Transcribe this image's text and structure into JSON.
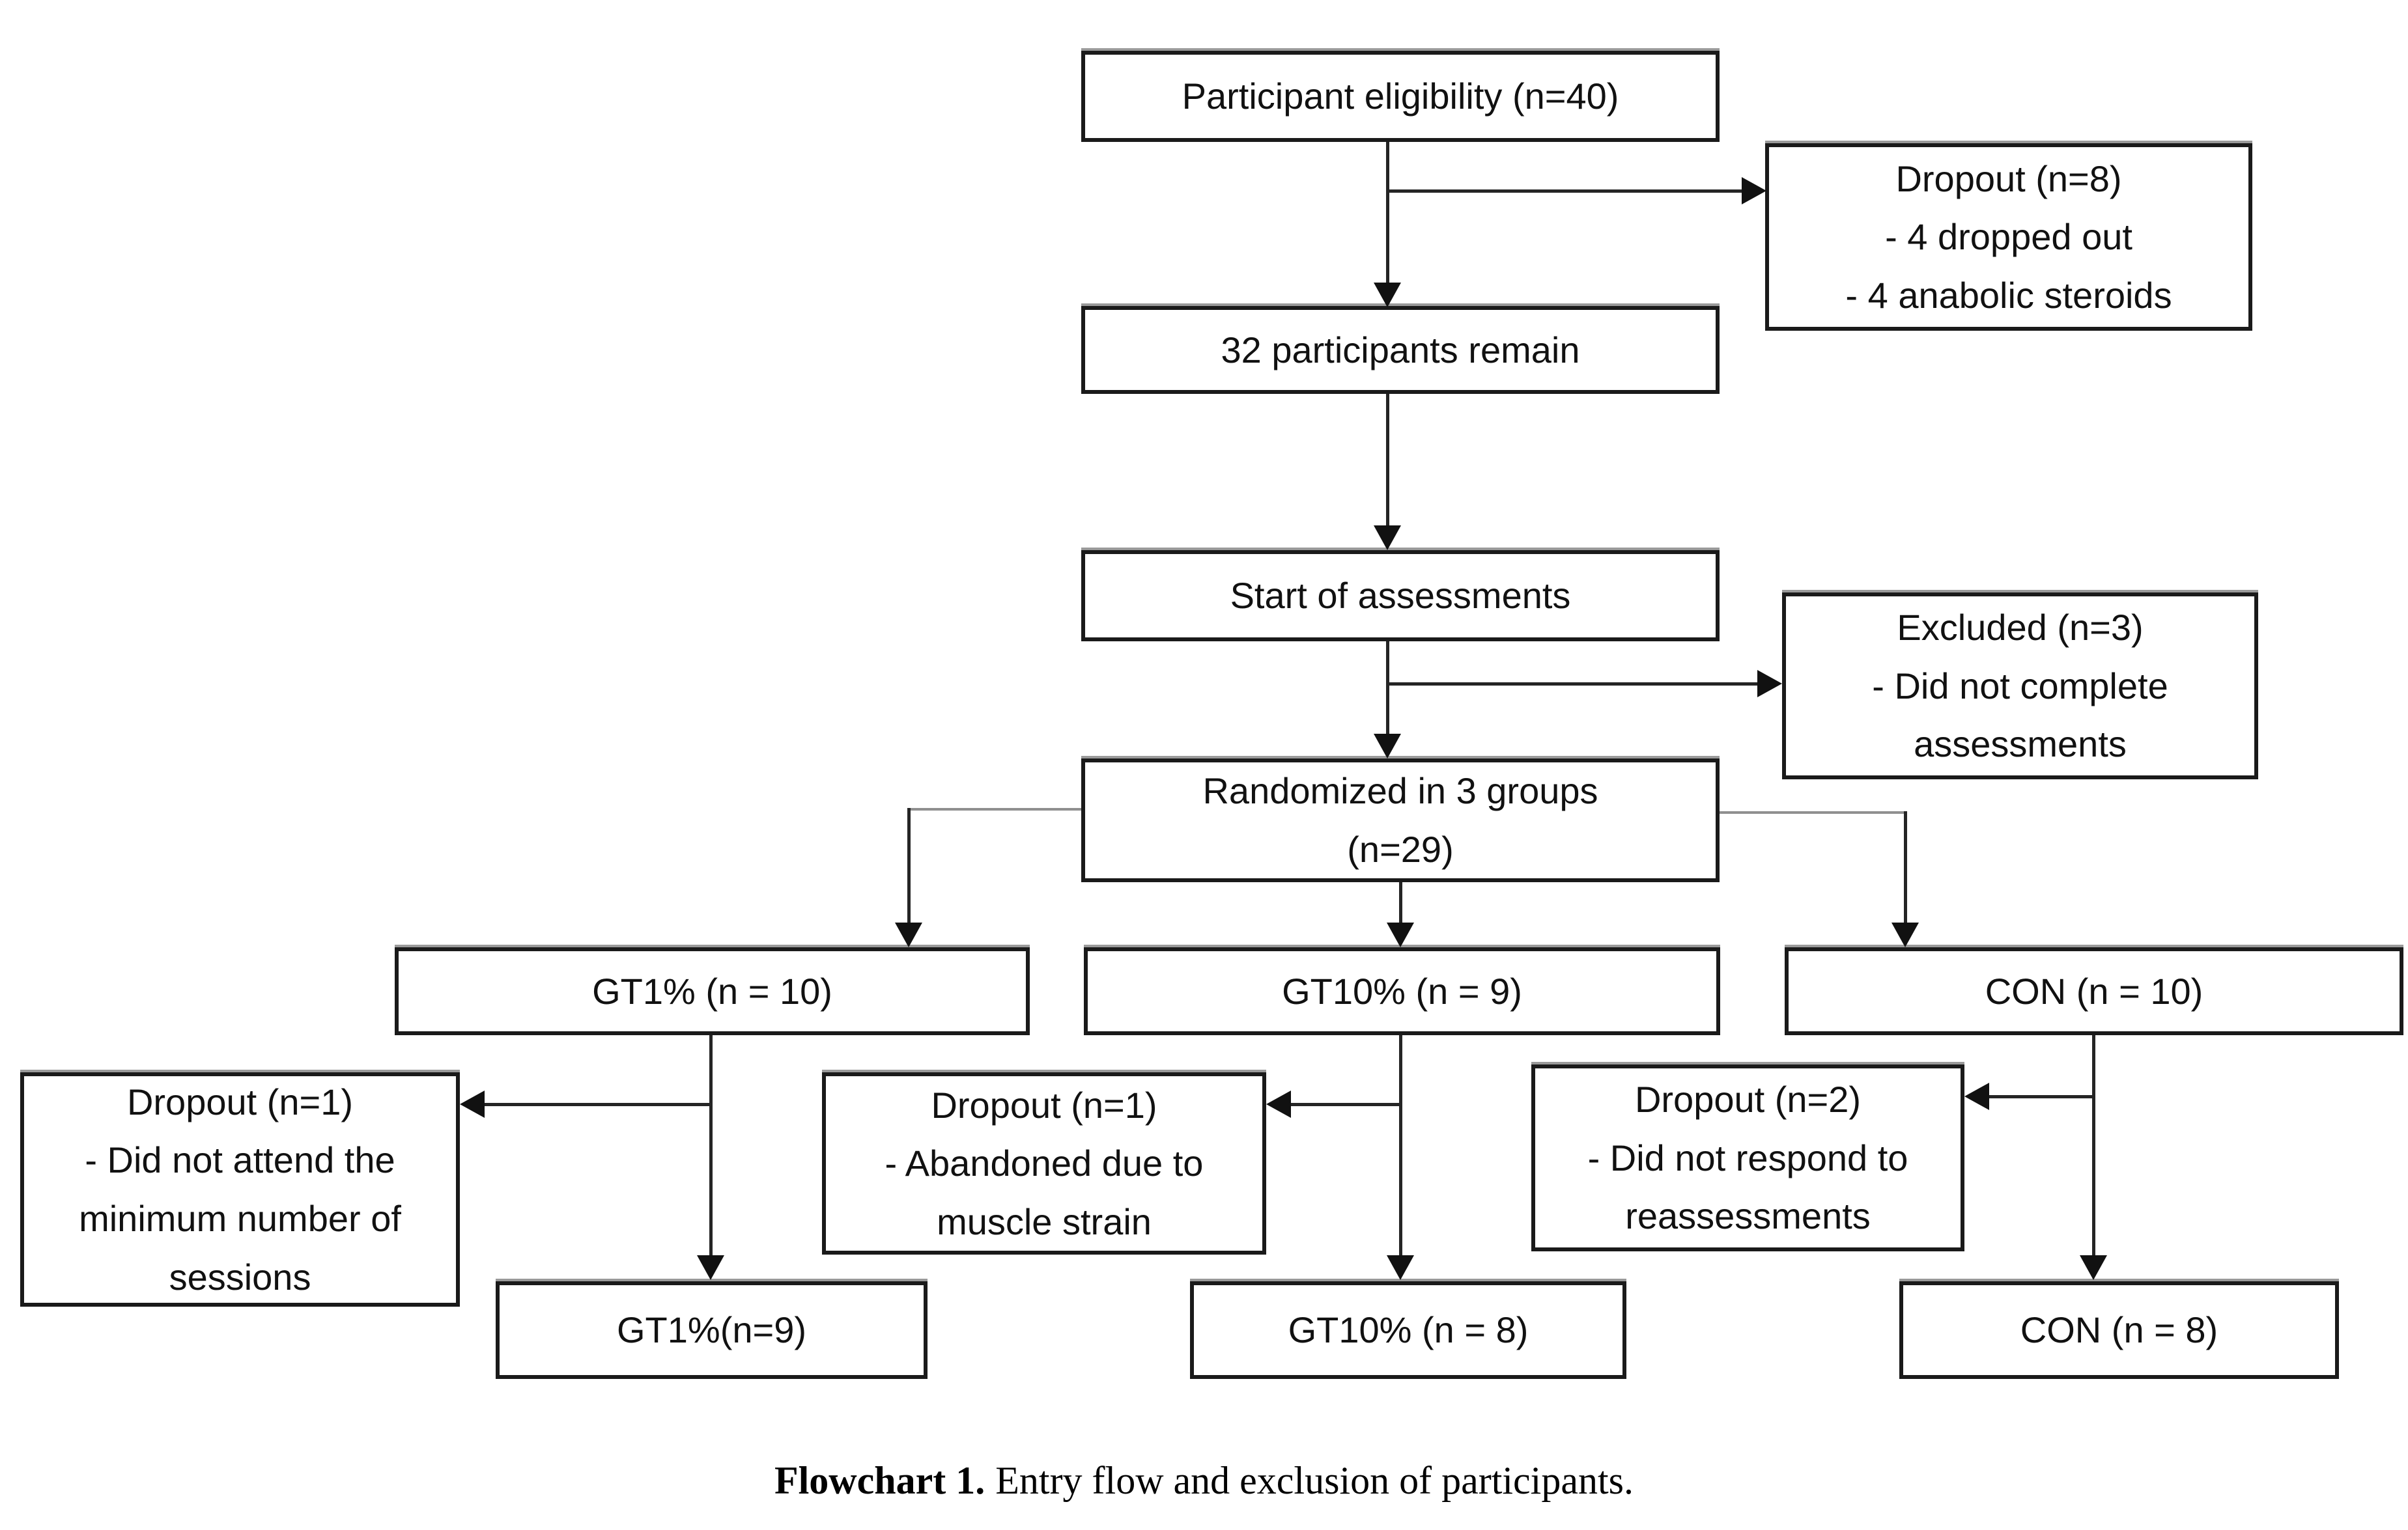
{
  "flowchart": {
    "nodes": {
      "eligibility": {
        "label": "Participant eligibility (n=40)"
      },
      "dropout_top": {
        "title": "Dropout (n=8)",
        "items": [
          "- 4 dropped out",
          "- 4 anabolic steroids"
        ]
      },
      "remain": {
        "label": "32 participants remain"
      },
      "start_assessments": {
        "label": "Start of assessments"
      },
      "excluded": {
        "title": "Excluded (n=3)",
        "items": [
          "- Did not complete assessments"
        ]
      },
      "randomized": {
        "line1": "Randomized in 3 groups",
        "line2": "(n=29)"
      },
      "gt1": {
        "label": "GT1% (n = 10)"
      },
      "gt10": {
        "label": "GT10% (n = 9)"
      },
      "con": {
        "label": "CON (n = 10)"
      },
      "dropout_gt1": {
        "title": "Dropout (n=1)",
        "items": [
          "- Did not attend the minimum number of sessions"
        ]
      },
      "dropout_gt10": {
        "title": "Dropout (n=1)",
        "items": [
          "- Abandoned due to muscle strain"
        ]
      },
      "dropout_con": {
        "title": "Dropout (n=2)",
        "items": [
          "- Did not respond to reassessments"
        ]
      },
      "gt1_final": {
        "label": "GT1%(n=9)"
      },
      "gt10_final": {
        "label": "GT10% (n = 8)"
      },
      "con_final": {
        "label": "CON (n = 8)"
      }
    },
    "caption": {
      "label": "Flowchart 1.",
      "text": "Entry flow and exclusion of participants."
    },
    "colors": {
      "box_border": "#1a1a1a",
      "connector": "#252525",
      "background": "#ffffff"
    }
  }
}
